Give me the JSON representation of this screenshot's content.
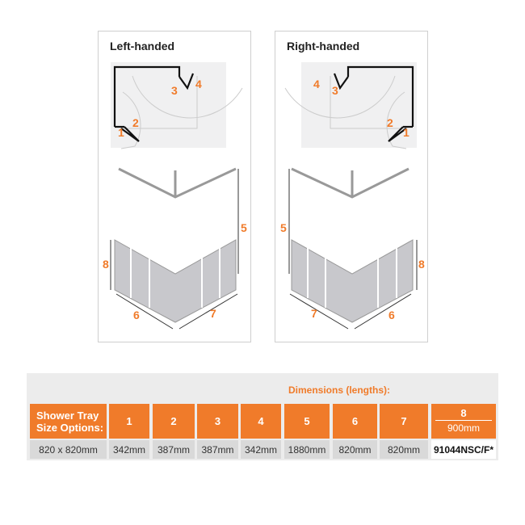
{
  "left_panel": {
    "title": "Left-handed",
    "labels": [
      "1",
      "2",
      "3",
      "4",
      "5",
      "6",
      "7",
      "8"
    ]
  },
  "right_panel": {
    "title": "Right-handed",
    "labels": [
      "1",
      "2",
      "3",
      "4",
      "5",
      "6",
      "7",
      "8"
    ]
  },
  "table": {
    "title": "Dimensions (lengths):",
    "header_label": "Shower Tray Size Options:",
    "columns": [
      "1",
      "2",
      "3",
      "4",
      "5",
      "6",
      "7"
    ],
    "col8_label": "8",
    "col8_value": "900mm",
    "row": {
      "size": "820 x 820mm",
      "values": [
        "342mm",
        "387mm",
        "387mm",
        "342mm",
        "1880mm",
        "820mm",
        "820mm"
      ],
      "code": "91044NSC/F*"
    }
  },
  "colors": {
    "accent": "#f07b2a",
    "row_bg": "#d9d9d9"
  }
}
